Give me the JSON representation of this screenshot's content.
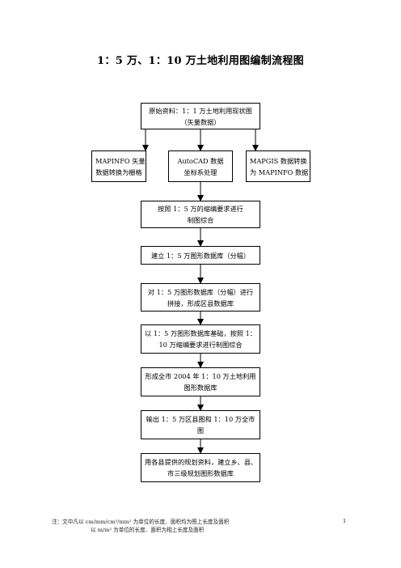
{
  "title": "1：5 万、1：10 万土地利用图编制流程图",
  "boxes": {
    "source": {
      "line1": "原始资料：1：1 万土地利用现状图",
      "line2": "（矢量数据）"
    },
    "mapinfo": {
      "line1": "MAPINFO 矢量",
      "line2": "数据转换为栅格"
    },
    "autocad": {
      "line1": "AutoCAD 数据",
      "line2": "坐标系处理"
    },
    "mapgis": {
      "line1": "MAPGIS 数据转换",
      "line2": "为 MAPINFO 数据"
    },
    "generalize50k": {
      "line1": "按照 1：5 万的缩编要求进行",
      "line2": "制图综合"
    },
    "db50k": {
      "line1": "建立 1：5 万图形数据库（分幅）"
    },
    "mosaic": {
      "line1": "对 1：5 万图形数据库（分幅）进行",
      "line2": "拼接，形成区县数据库"
    },
    "generalize100k": {
      "line1": "以 1：5 万图形数据库基础，按照 1：",
      "line2": "10 万缩编要求进行制图综合"
    },
    "db100k": {
      "line1": "形成全市 2004 年 1：10 万土地利用",
      "line2": "图形数据库"
    },
    "output": {
      "line1": "输出 1：5 万区县图和 1：10 万全市",
      "line2": "图"
    },
    "planning": {
      "line1": "用各县提供的规划资料，建立乡、县、",
      "line2": "市三级规划图形数据库"
    }
  },
  "footnote": {
    "line1": "注：文中凡以 cm/mm/cm²/mm² 为单位的长度、面积均为图上长度及面积",
    "line2": "以 m/m² 为单位的长度、面积为相上长度及面积"
  },
  "page_number": "1"
}
